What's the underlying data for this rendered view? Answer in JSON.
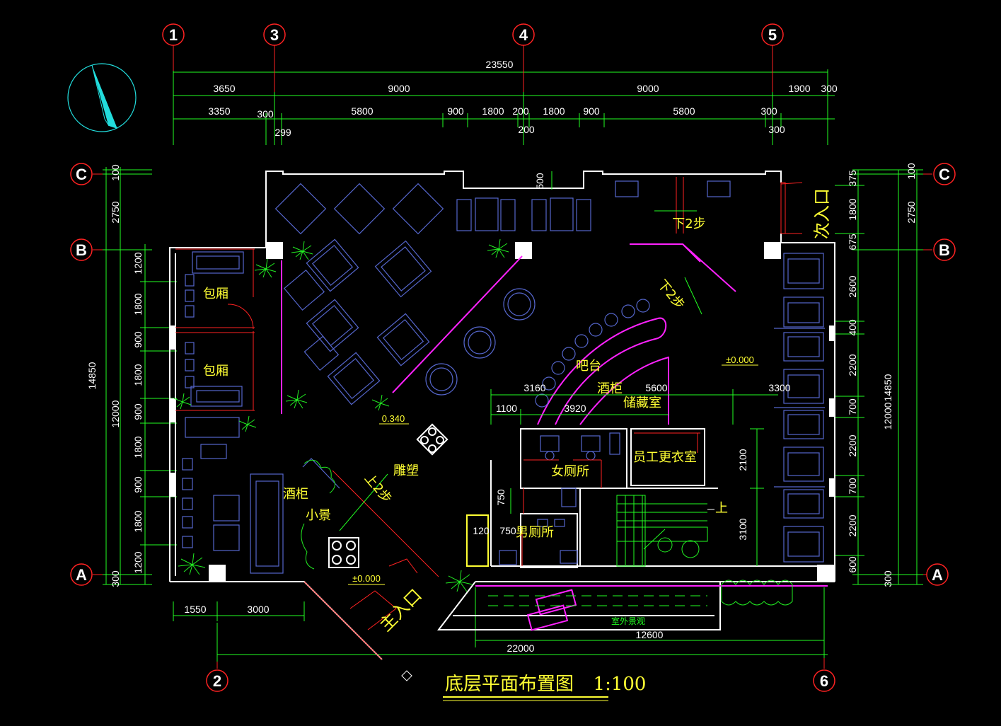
{
  "title": "底层平面布置图",
  "scale": "1:100",
  "colors": {
    "background": "#000000",
    "dim_line": "#22ff22",
    "wall": "#ffffff",
    "label": "#ffff33",
    "axis_circle": "#ff2222",
    "furniture": "#5566cc",
    "accent": "#ff22ff"
  },
  "axes": {
    "a1": "1",
    "a3": "3",
    "a4": "4",
    "a5": "5",
    "a2": "2",
    "a6": "6",
    "rC": "C",
    "rB": "B",
    "rA": "A"
  },
  "top_dims": {
    "total": "23550",
    "r2": [
      "3650",
      "9000",
      "9000",
      "1900",
      "300"
    ],
    "r3": [
      "3350",
      "300",
      "5800",
      "900",
      "1800",
      "200",
      "1800",
      "900",
      "5800",
      "300"
    ],
    "r4": [
      "299",
      "200",
      "300"
    ]
  },
  "left_dims": {
    "outer": "14850",
    "mid": [
      "2750",
      "12000"
    ],
    "top": "100",
    "inner": [
      "1200",
      "1800",
      "900",
      "1800",
      "900",
      "1800",
      "900",
      "1800",
      "1200",
      "300"
    ]
  },
  "right_dims": {
    "outer": "14850",
    "mid": [
      "2750",
      "12000"
    ],
    "top": "100",
    "inner": [
      "375",
      "1800",
      "675",
      "2600",
      "400",
      "2200",
      "700",
      "2200",
      "700",
      "2200",
      "600",
      "300"
    ]
  },
  "bottom_dims": {
    "left": [
      "1550",
      "3000"
    ],
    "mid": "12600",
    "total": "22000"
  },
  "inner_dims": {
    "r1": [
      "3160",
      "5600",
      "3300"
    ],
    "r2": [
      "1100",
      "3920"
    ],
    "v1": [
      "2100",
      "3100"
    ],
    "toilet": [
      "750",
      "120",
      "750"
    ],
    "door": "500"
  },
  "rooms": {
    "private1": "包厢",
    "private2": "包厢",
    "bar": "吧台",
    "wine_cabinet": "酒柜",
    "storage": "储藏室",
    "women_wc": "女厕所",
    "men_wc": "男厕所",
    "staff_room": "员工更衣室",
    "sculpture": "雕塑",
    "wine_cabinet2": "酒柜",
    "small_scene": "小景",
    "main_entrance": "主入口",
    "second_entrance": "次入口",
    "outdoor": "室外景观",
    "up": "上"
  },
  "notes": {
    "down2_a": "下2步",
    "down2_b": "下2步",
    "up2": "上2步",
    "elev0": "±0.000",
    "elev0b": "±0.000",
    "elev340": "0.340"
  }
}
